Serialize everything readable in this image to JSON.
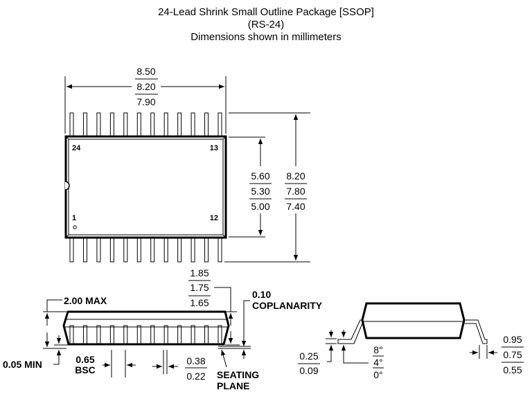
{
  "title": {
    "line1": "24-Lead Shrink Small Outline Package [SSOP]",
    "line2": "(RS-24)",
    "line3": "Dimensions shown in millimeters"
  },
  "top_view": {
    "width": [
      "8.50",
      "8.20",
      "7.90"
    ],
    "body_width": [
      "5.60",
      "5.30",
      "5.00"
    ],
    "overall_width": [
      "8.20",
      "7.80",
      "7.40"
    ],
    "pin_labels": {
      "p24": "24",
      "p13": "13",
      "p1": "1",
      "p12": "12"
    },
    "pin_count_per_side": 12
  },
  "side_view": {
    "height_max": "2.00 MAX",
    "body_height": [
      "1.85",
      "1.75",
      "1.65"
    ],
    "coplanarity": [
      "0.10",
      "COPLANARITY"
    ],
    "standoff": "0.05 MIN",
    "pitch": [
      "0.65",
      "BSC"
    ],
    "lead_width": [
      "0.38",
      "0.22"
    ],
    "seating_plane": [
      "SEATING",
      "PLANE"
    ]
  },
  "end_view": {
    "lead_thickness": [
      "0.25",
      "0.09"
    ],
    "angle": [
      "8°",
      "4°",
      "0°"
    ],
    "foot_length": [
      "0.95",
      "0.75",
      "0.55"
    ]
  }
}
